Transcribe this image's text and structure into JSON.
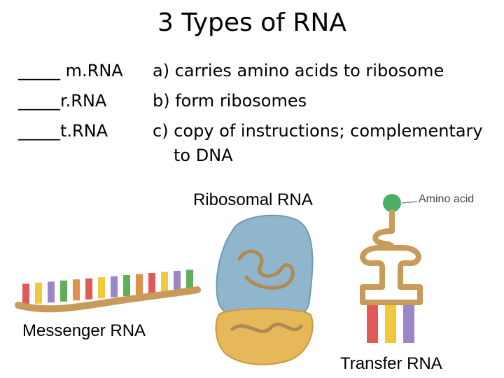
{
  "slide": {
    "title": "3 Types of RNA",
    "blanks": [
      "_____ m.RNA",
      "_____r.RNA",
      "_____t.RNA"
    ],
    "definitions": [
      "a) carries amino acids to ribosome",
      "b) form ribosomes",
      "c) copy of instructions; complementary",
      "to DNA"
    ]
  },
  "figure": {
    "ribosomal_label": "Ribosomal RNA",
    "messenger_label": "Messenger RNA",
    "transfer_label": "Transfer RNA",
    "amino_acid_label": "Amino acid"
  },
  "colors": {
    "backbone": "#c89b5a",
    "ribosome_large": "#8fb6cc",
    "ribosome_small": "#e6b85a",
    "amino_ball": "#4caf62",
    "bases": [
      "#e05a5a",
      "#f0c83c",
      "#9b87c8",
      "#5fae5a",
      "#e0904a"
    ]
  }
}
